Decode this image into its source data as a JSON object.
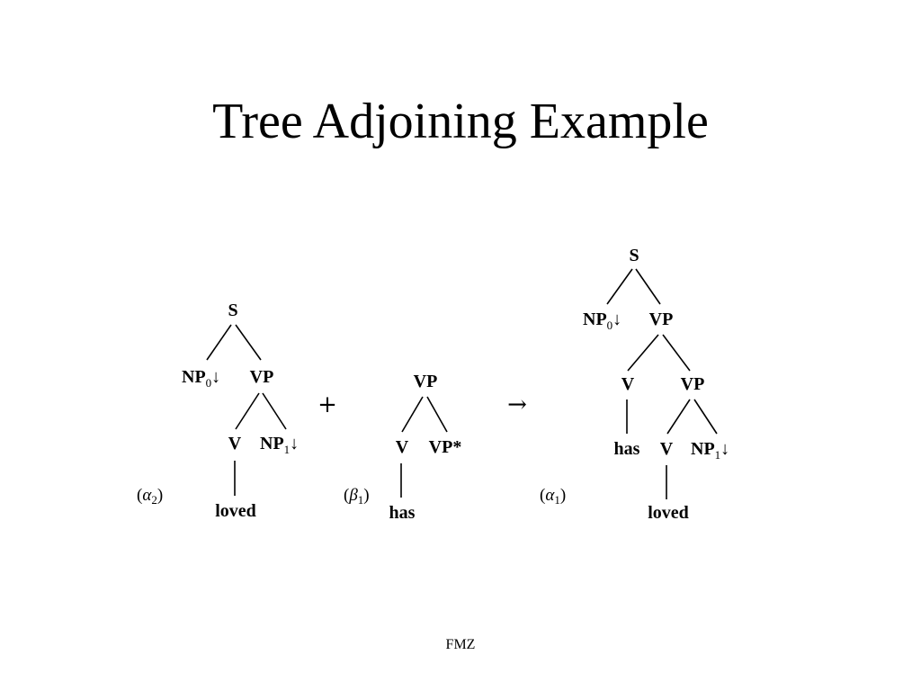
{
  "slide": {
    "title": "Tree Adjoining Example",
    "footer": "FMZ"
  },
  "operators": {
    "plus": "+",
    "arrow": "→"
  },
  "trees": {
    "alpha2": {
      "label": {
        "paren_open": "(",
        "greek": "α",
        "sub": "2",
        "paren_close": ")"
      },
      "S": "S",
      "NP0": {
        "base": "NP",
        "sub": "0",
        "mark": "↓"
      },
      "VP": "VP",
      "V": "V",
      "NP1": {
        "base": "NP",
        "sub": "1",
        "mark": "↓"
      },
      "word": "loved"
    },
    "beta1": {
      "label": {
        "paren_open": "(",
        "greek": "β",
        "sub": "1",
        "paren_close": ")"
      },
      "VP": "VP",
      "V": "V",
      "VPfoot": "VP*",
      "word": "has"
    },
    "alpha1": {
      "label": {
        "paren_open": "(",
        "greek": "α",
        "sub": "1",
        "paren_close": ")"
      },
      "S": "S",
      "NP0": {
        "base": "NP",
        "sub": "0",
        "mark": "↓"
      },
      "VP": "VP",
      "V": "V",
      "VP2": "VP",
      "word_has": "has",
      "V2": "V",
      "NP1": {
        "base": "NP",
        "sub": "1",
        "mark": "↓"
      },
      "word_loved": "loved"
    }
  }
}
